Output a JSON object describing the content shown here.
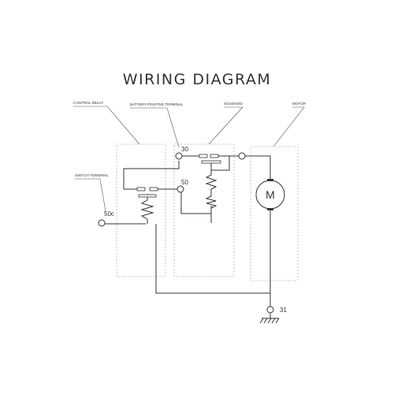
{
  "title": "WIRING DIAGRAM",
  "callouts": {
    "control_relay": "CONTROL RELAY",
    "battery_positive_terminal": "BATTERY POSITIVE TERMINAL",
    "solenoid": "SOLENOID",
    "motor": "MOTOR",
    "switch_terminal": "SWITCH TERMINAL"
  },
  "terminals": {
    "t30": "30",
    "t50": "50",
    "t50c": "50c",
    "t31": "31"
  },
  "motor_symbol": "M"
}
